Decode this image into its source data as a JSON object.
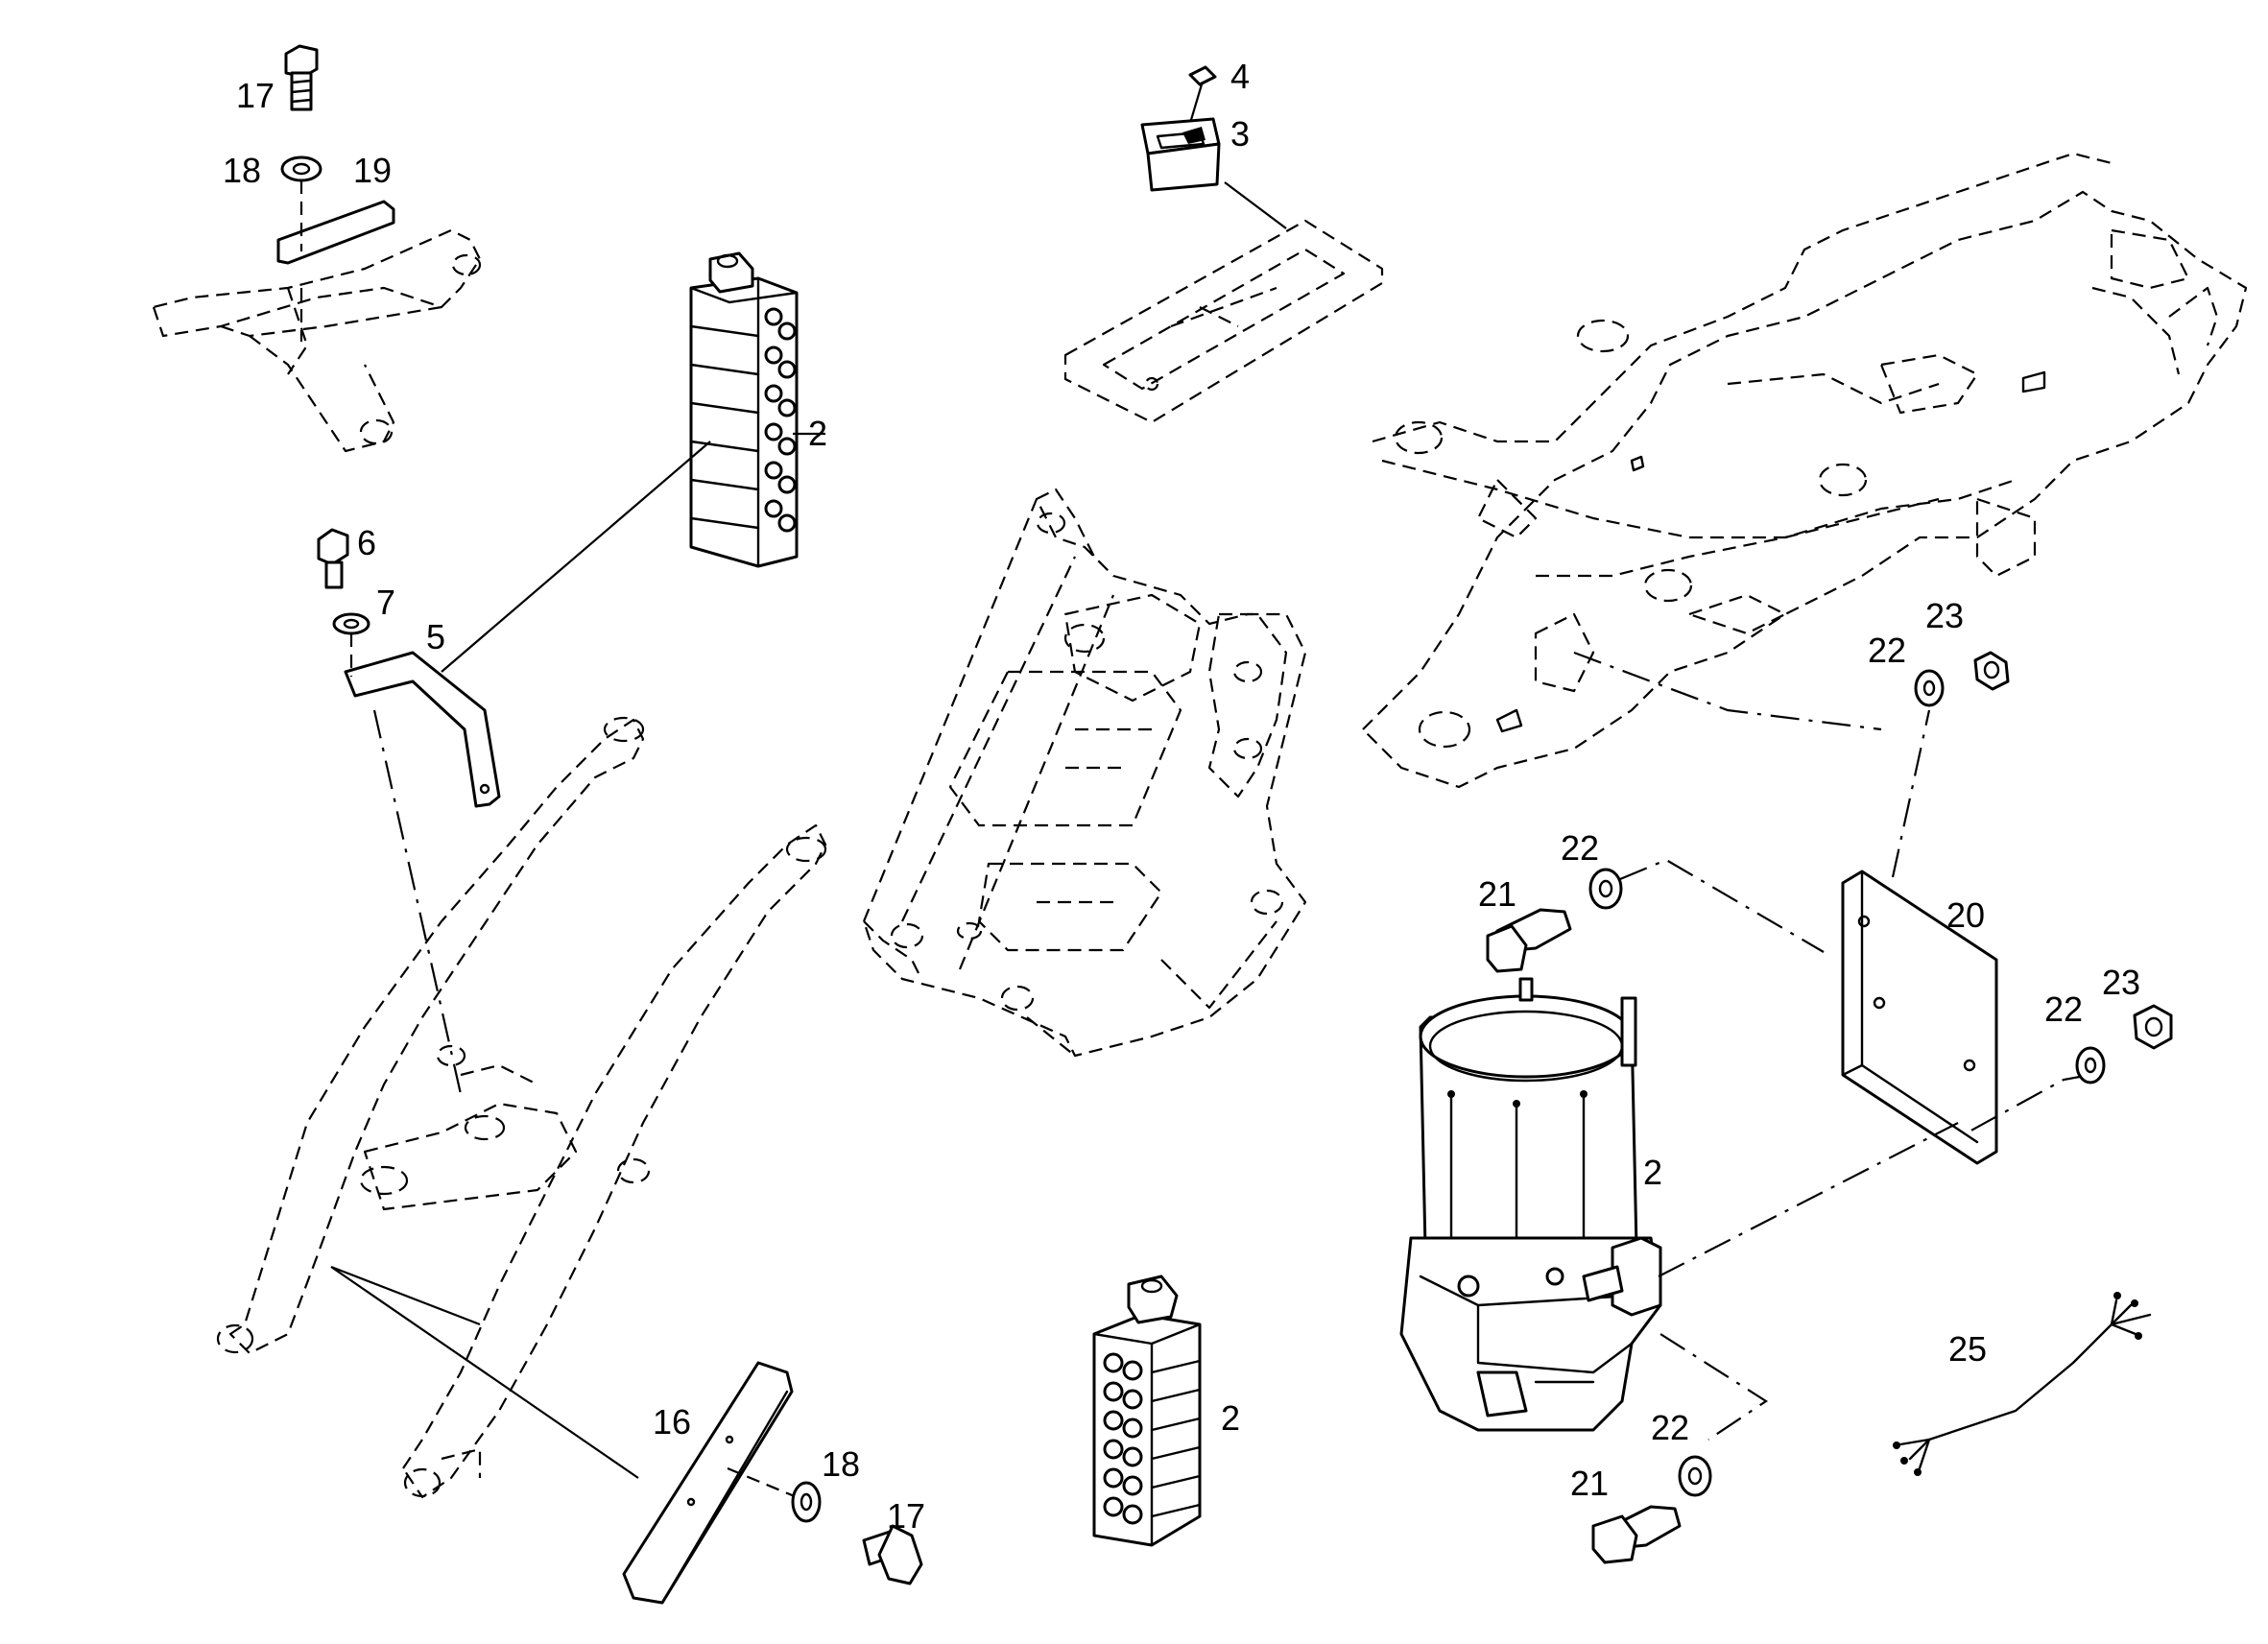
{
  "callouts": {
    "bolt_top": "17",
    "washer_top": "18",
    "bracket_top": "19",
    "switch_cap": "4",
    "switch": "3",
    "distributor_upper": "2",
    "bolt_bracket": "6",
    "washer_bracket": "7",
    "bracket_5": "5",
    "washer_frame": "22",
    "nut_frame": "23",
    "washer_plate": "22",
    "bolt_plate": "21",
    "plate": "20",
    "washer_plate_right": "22",
    "nut_plate_right": "23",
    "pump": "2",
    "bracket_16": "16",
    "washer_bottom": "18",
    "bolt_bottom": "17",
    "distributor_lower": "2",
    "washer_pump_bottom": "22",
    "bolt_pump_bottom": "21",
    "harness": "25"
  }
}
